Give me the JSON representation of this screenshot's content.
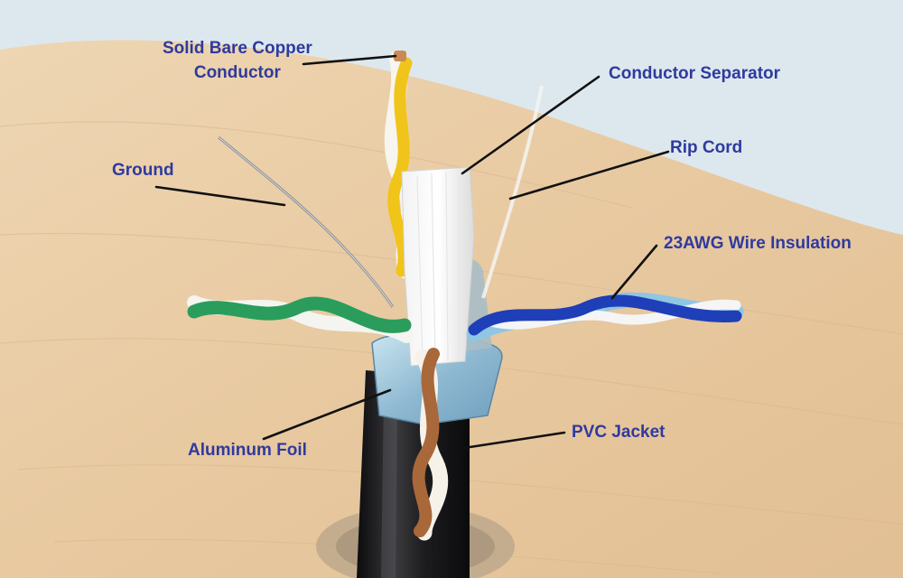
{
  "labels": {
    "copper_line1": "Solid Bare Copper",
    "copper_line2": "Conductor",
    "separator": "Conductor Separator",
    "rip_cord": "Rip Cord",
    "ground": "Ground",
    "insulation": "23AWG Wire Insulation",
    "foil": "Aluminum Foil",
    "jacket": "PVC Jacket"
  },
  "colors": {
    "label_text": "#2f3a9e",
    "leader_line": "#111111",
    "background_sky": "#dfe9ef",
    "table_wood": "#e6c9a2",
    "jacket": "#1b1b1d",
    "foil": "#9cc3d8",
    "pair_green": "#2a9d5c",
    "pair_blue": "#1f3fb8",
    "pair_brown": "#a9683a",
    "pair_yellow": "#f0c419"
  }
}
